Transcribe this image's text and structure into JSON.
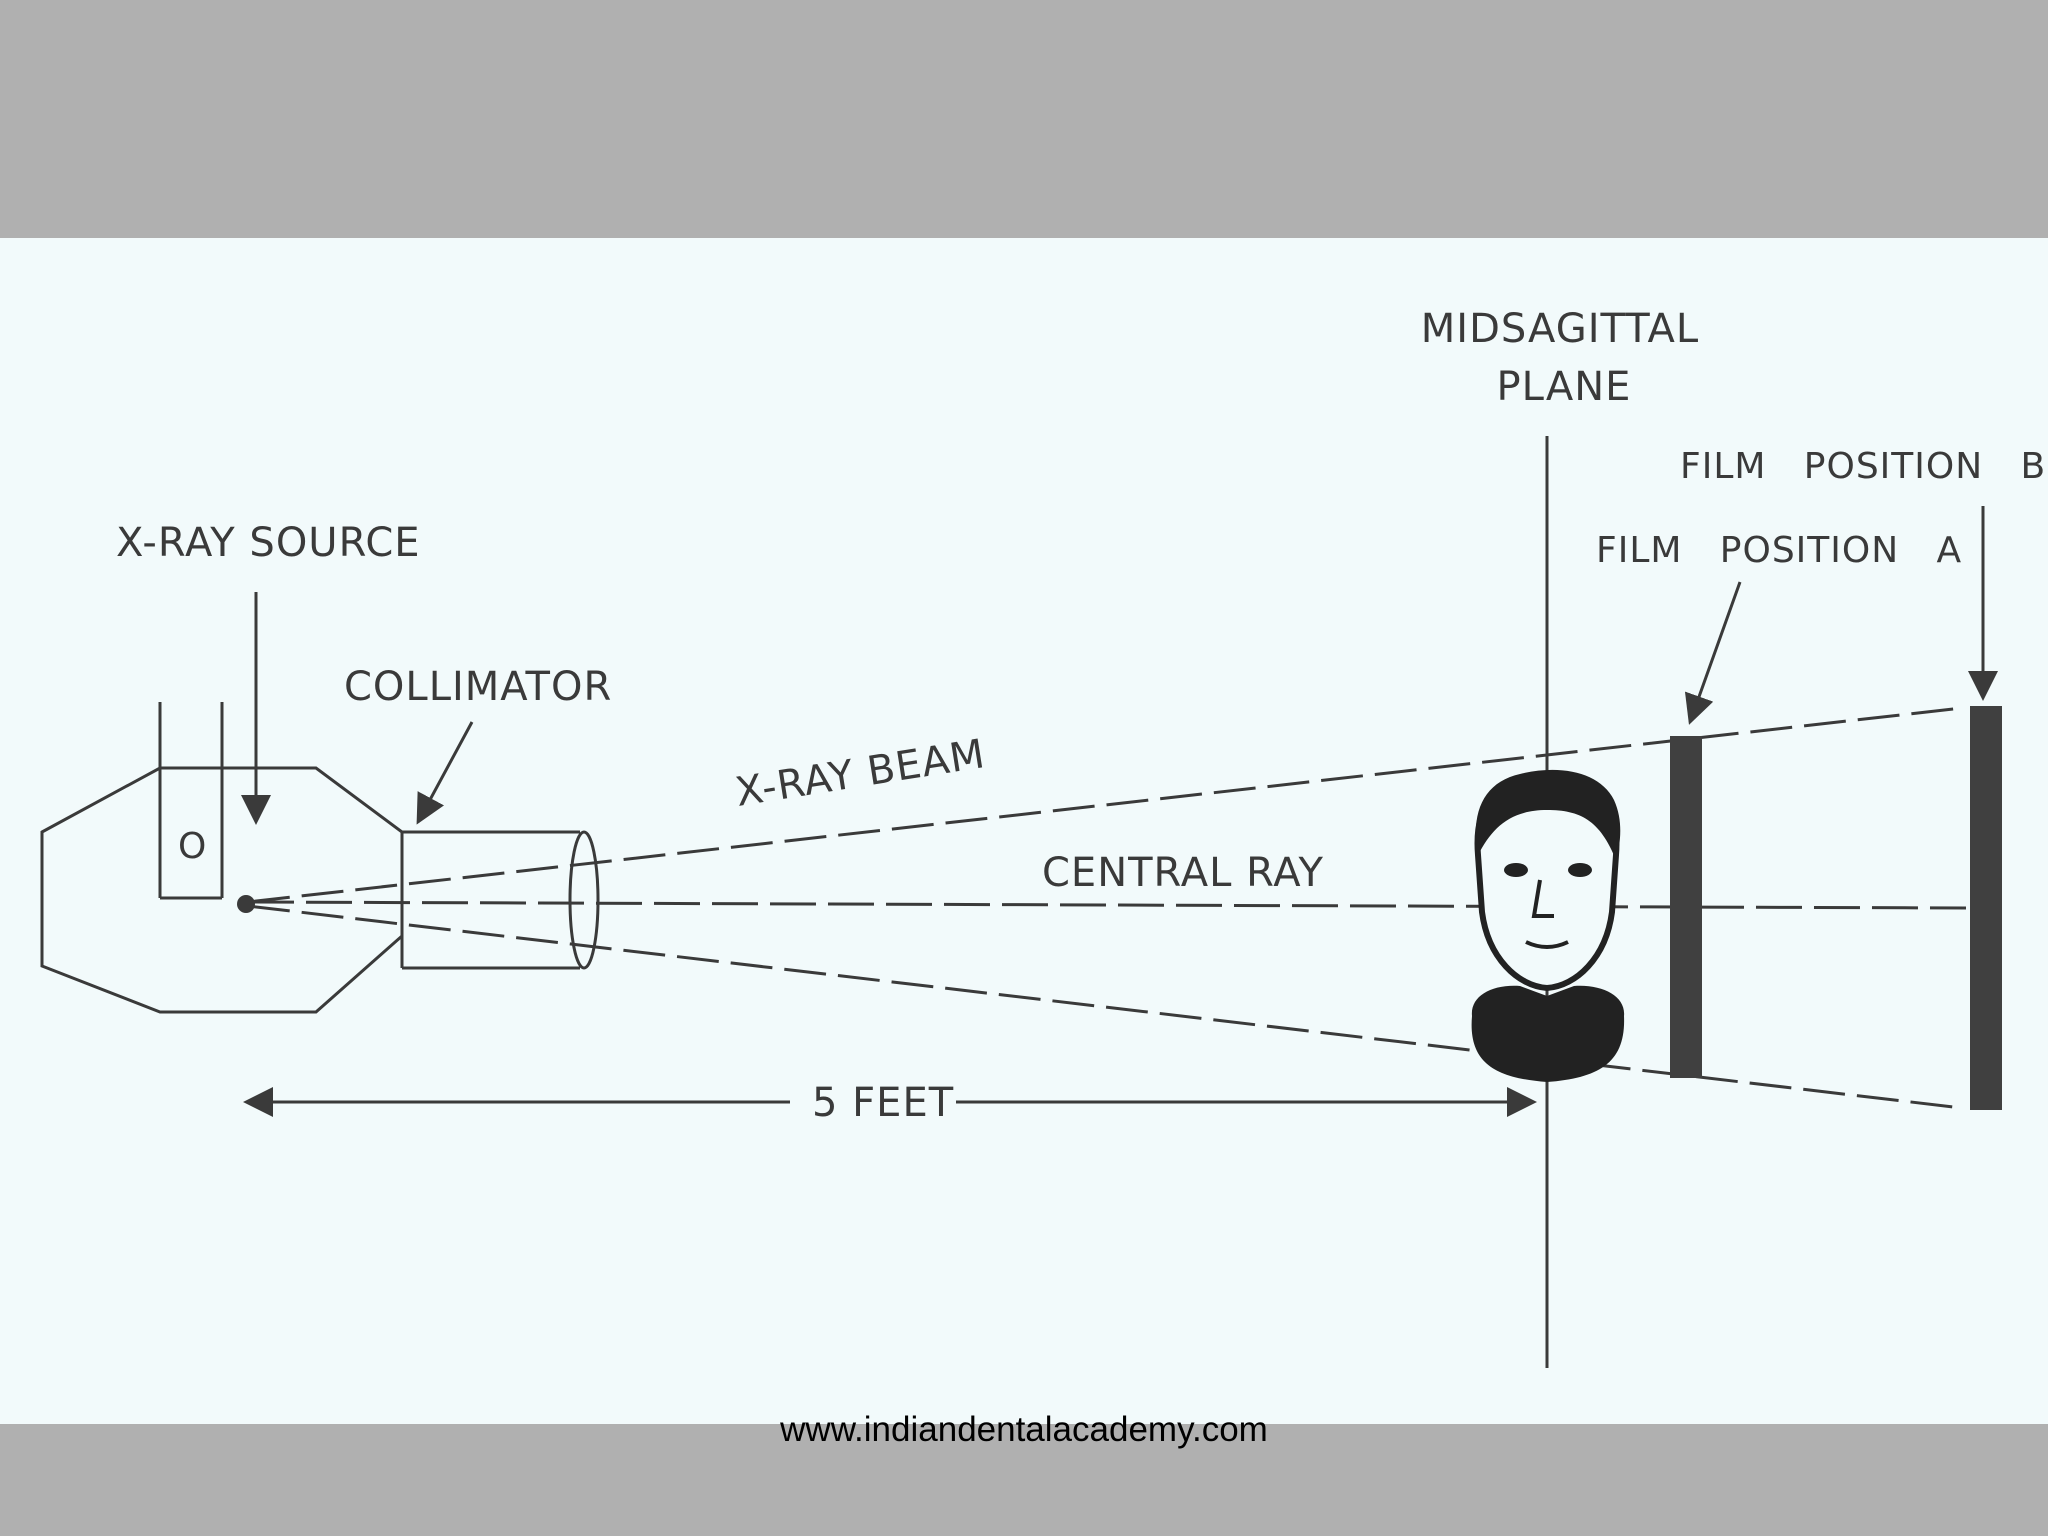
{
  "labels": {
    "xray_source": "X-RAY SOURCE",
    "collimator": "COLLIMATOR",
    "xray_beam": "X-RAY BEAM",
    "central_ray": "CENTRAL RAY",
    "midsagittal_line1": "MIDSAGITTAL",
    "midsagittal_line2": "PLANE",
    "film_position_a": "FILM   POSITION   A",
    "film_position_b": "FILM   POSITION   B",
    "distance": "5 FEET",
    "tube_marker": "O"
  },
  "footer": {
    "url": "www.indiandentalacademy.com"
  },
  "colors": {
    "panel_background": "#f2fafb",
    "band_background": "#b0b0b0",
    "line": "#3a3a3a"
  }
}
